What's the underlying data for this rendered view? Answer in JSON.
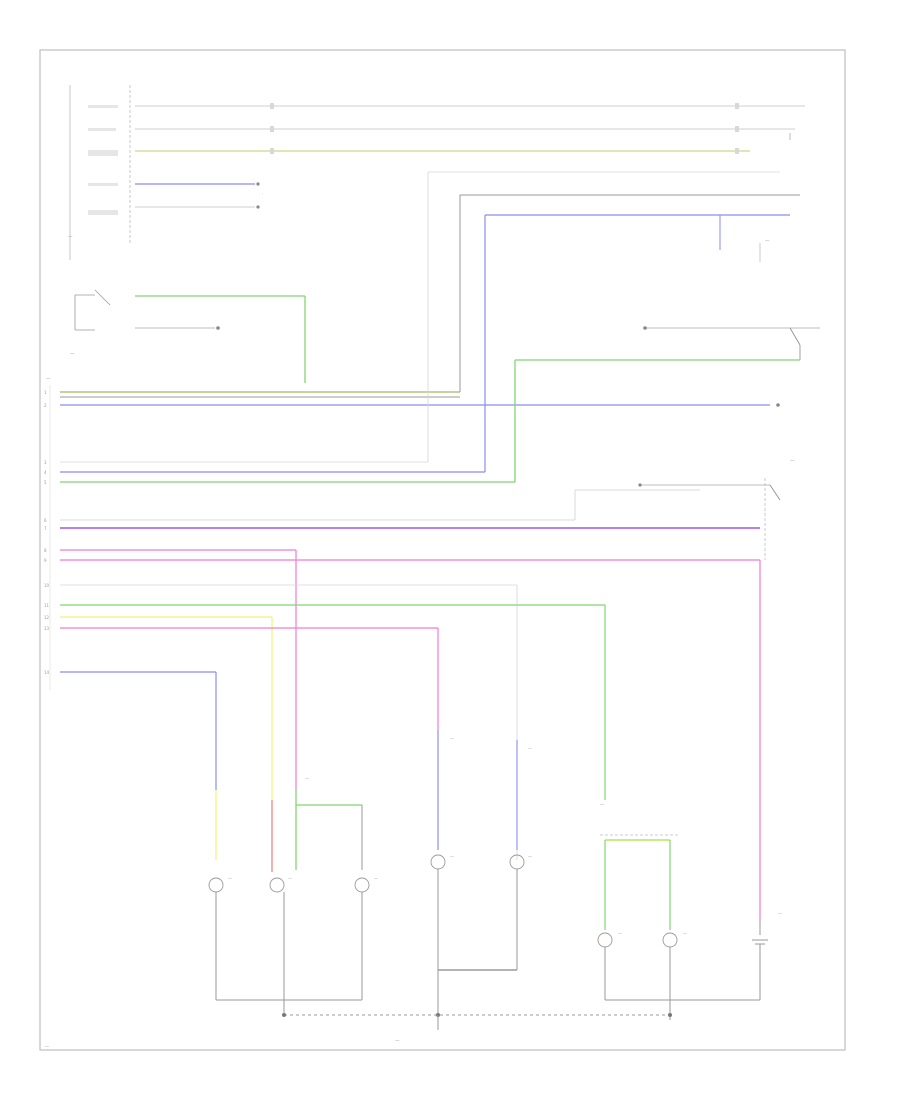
{
  "diagram": {
    "page_ref": "—",
    "colors": {
      "wire_black": "#9a9a9a",
      "wire_gray": "#c8c8c8",
      "wire_green": "#7fd86f",
      "wire_blue": "#8a8cf2",
      "wire_yellow": "#f2f07a",
      "wire_pink": "#f27ad8",
      "wire_violet": "#b06cf0",
      "wire_red": "#f07a7a",
      "wire_olive": "#b9c27a"
    },
    "left_connector": {
      "label": "—",
      "rows": [
        "1",
        "2",
        "3",
        "4",
        "5",
        "6",
        "7",
        "8",
        "9",
        "10",
        "11",
        "12",
        "13",
        "14"
      ]
    },
    "modules": [
      {
        "id": "upper-left-module",
        "label": "—"
      },
      {
        "id": "headlamp-switch",
        "label": "—"
      },
      {
        "id": "right-upper-switch",
        "label": "—"
      },
      {
        "id": "hazard-switch",
        "label": "—"
      },
      {
        "id": "lamp-outage-module",
        "label": "—"
      }
    ],
    "lamps": [
      {
        "id": "lamp-1",
        "label": "—"
      },
      {
        "id": "lamp-2",
        "label": "—"
      },
      {
        "id": "lamp-3",
        "label": "—"
      },
      {
        "id": "lamp-4",
        "label": "—"
      },
      {
        "id": "lamp-5",
        "label": "—"
      },
      {
        "id": "lamp-6",
        "label": "—"
      },
      {
        "id": "lamp-7",
        "label": "—"
      },
      {
        "id": "lamp-8",
        "label": "—"
      }
    ],
    "ground": {
      "label": "—"
    },
    "splice_labels": [
      "—",
      "—",
      "—"
    ]
  }
}
